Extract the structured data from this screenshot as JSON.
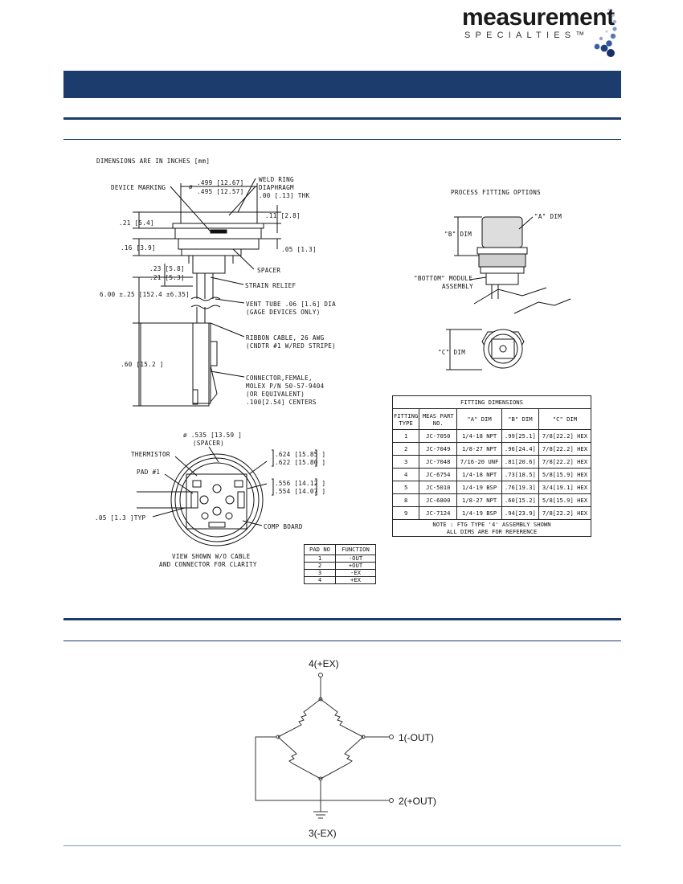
{
  "header": {
    "logo_word": "measurement",
    "logo_sub": "SPECIALTIES™"
  },
  "drawing": {
    "note_units": "DIMENSIONS ARE IN INCHES [mm]",
    "labels": {
      "device_marking": "DEVICE MARKING",
      "dia_symbol": "ø",
      "dia_top_1": ".499 [12.67]",
      "dia_top_2": ".495 [12.57]",
      "weld_ring": "WELD RING",
      "diaphragm_1": "DIAPHRAGM",
      "diaphragm_2": ".00 [.13] THK",
      "dim_21_54": ".21 [5.4]",
      "dim_11_28": ".11 [2.8]",
      "dim_16_39": ".16 [3.9]",
      "dim_05_13": ".05 [1.3]",
      "dim_23_58": ".23 [5.8]",
      "dim_21_53": ".21 [5.3]",
      "spacer": "SPACER",
      "strain_relief": "STRAIN RELIEF",
      "length_600": "6.00 ±.25 [152.4 ±6.35]",
      "vent_1": "VENT TUBE .06 [1.6] DIA",
      "vent_2": "(GAGE DEVICES ONLY)",
      "ribbon_1": "RIBBON CABLE, 26 AWG",
      "ribbon_2": "(CNDTR #1 W/RED STRIPE)",
      "dim_60_152": ".60 [15.2 ]",
      "conn_1": "CONNECTOR,FEMALE,",
      "conn_2": "MOLEX P/N 50-57-9404",
      "conn_3": "(OR EQUIVALENT)",
      "conn_4": ".100[2.54] CENTERS",
      "dia_535_1": "ø .535 [13.59 ]",
      "dia_535_2": "(SPACER)",
      "thermistor": "THERMISTOR",
      "pad1": "PAD #1",
      "dia_624_1": ".624 [15.85 ]",
      "dia_624_2": ".622 [15.80 ]",
      "dia_556_1": ".556 [14.12 ]",
      "dia_556_2": ".554 [14.07 ]",
      "typ_05": ".05 [1.3 ]TYP",
      "comp_board": "COMP BOARD",
      "view_1": "VIEW SHOWN W/O CABLE",
      "view_2": "AND CONNECTOR FOR CLARITY",
      "process_title": "PROCESS FITTING OPTIONS",
      "a_dim": "\"A\" DIM",
      "b_dim": "\"B\" DIM",
      "c_dim": "\"C\" DIM",
      "bottom_1": "\"BOTTOM\" MODULE",
      "bottom_2": "ASSEMBLY"
    }
  },
  "fitting_table": {
    "title": "FITTING DIMENSIONS",
    "headers": [
      "FITTING TYPE",
      "MEAS PART NO.",
      "\"A\" DIM",
      "\"B\" DIM",
      "\"C\" DIM"
    ],
    "rows": [
      [
        "1",
        "JC-7050",
        "1/4-18 NPT",
        ".99[25.1]",
        "7/8[22.2] HEX"
      ],
      [
        "2",
        "JC-7049",
        "1/8-27 NPT",
        ".96[24.4]",
        "7/8[22.2] HEX"
      ],
      [
        "3",
        "JC-7048",
        "7/16-20 UNF",
        ".81[20.6]",
        "7/8[22.2] HEX"
      ],
      [
        "4",
        "JC-6754",
        "1/4-18 NPT",
        ".73[18.5]",
        "5/8[15.9] HEX"
      ],
      [
        "5",
        "JC-5010",
        "1/4-19 BSP",
        ".76[19.3]",
        "3/4[19.1] HEX"
      ],
      [
        "8",
        "JC-6800",
        "1/8-27 NPT",
        ".60[15.2]",
        "5/8[15.9] HEX"
      ],
      [
        "9",
        "JC-7124",
        "1/4-19 BSP",
        ".94[23.9]",
        "7/8[22.2] HEX"
      ]
    ],
    "note_1": "NOTE : FTG TYPE '4' ASSEMBLY SHOWN",
    "note_2": "ALL DIMS ARE FOR REFERENCE"
  },
  "pad_table": {
    "headers": [
      "PAD NO",
      "FUNCTION"
    ],
    "rows": [
      [
        "1",
        "-OUT"
      ],
      [
        "2",
        "+OUT"
      ],
      [
        "3",
        "-EX"
      ],
      [
        "4",
        "+EX"
      ]
    ]
  },
  "schematic": {
    "n4": "4(+EX)",
    "n1": "1(-OUT)",
    "n2": "2(+OUT)",
    "n3": "3(-EX)"
  }
}
